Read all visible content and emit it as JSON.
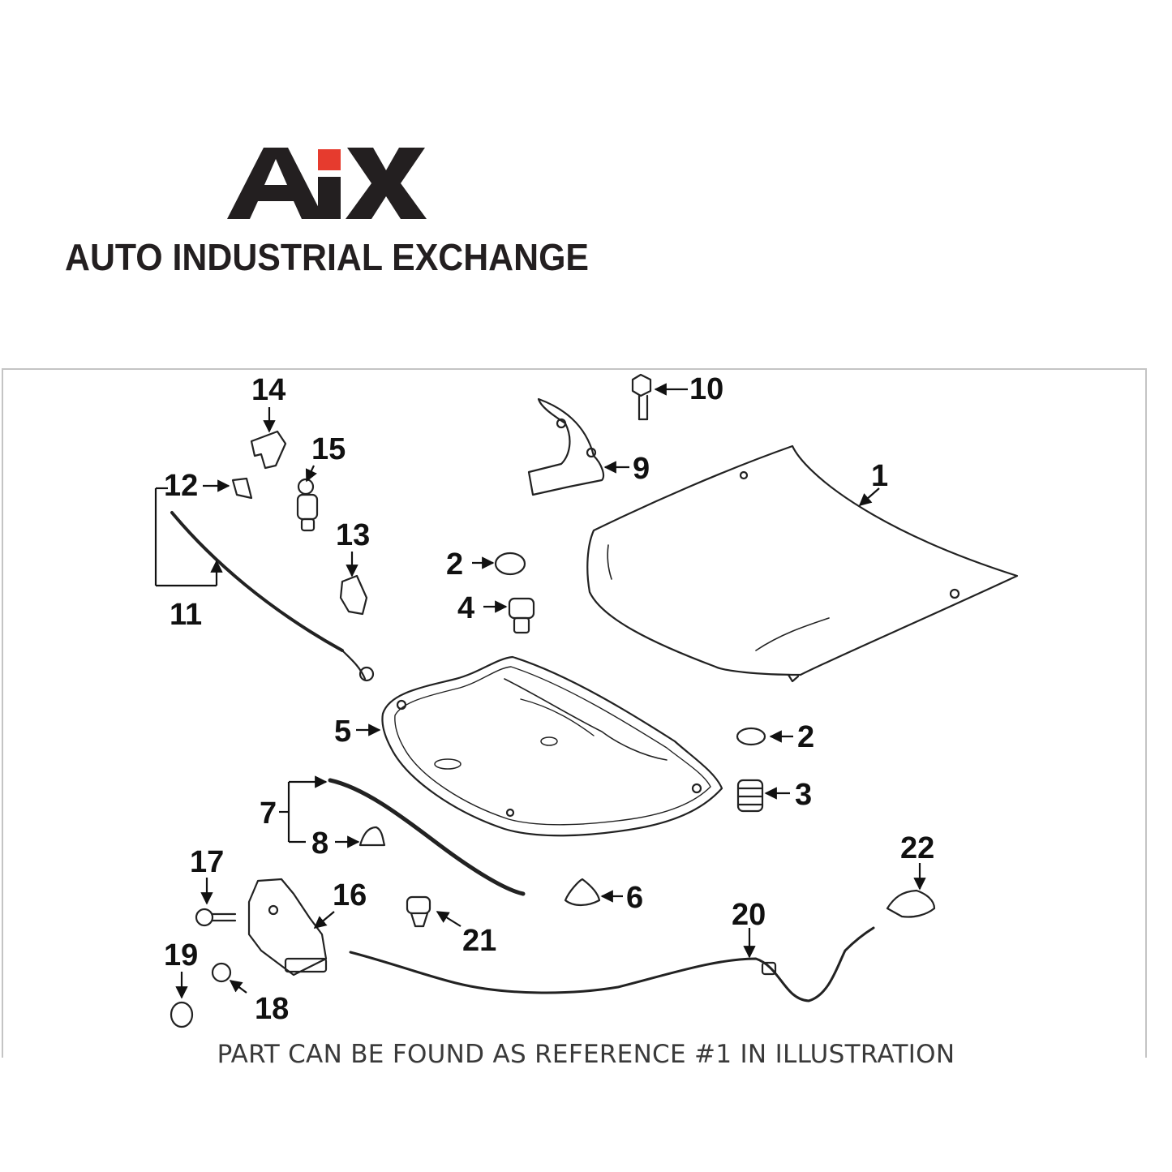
{
  "logo": {
    "mark": "AiX",
    "name": "AUTO INDUSTRIAL EXCHANGE",
    "accent_color": "#e63b2e",
    "text_color": "#231f20"
  },
  "diagram": {
    "callouts": [
      {
        "id": "1",
        "label": "1"
      },
      {
        "id": "2a",
        "label": "2"
      },
      {
        "id": "2b",
        "label": "2"
      },
      {
        "id": "3",
        "label": "3"
      },
      {
        "id": "4",
        "label": "4"
      },
      {
        "id": "5",
        "label": "5"
      },
      {
        "id": "6",
        "label": "6"
      },
      {
        "id": "7",
        "label": "7"
      },
      {
        "id": "8",
        "label": "8"
      },
      {
        "id": "9",
        "label": "9"
      },
      {
        "id": "10",
        "label": "10"
      },
      {
        "id": "11",
        "label": "11"
      },
      {
        "id": "12",
        "label": "12"
      },
      {
        "id": "13",
        "label": "13"
      },
      {
        "id": "14",
        "label": "14"
      },
      {
        "id": "15",
        "label": "15"
      },
      {
        "id": "16",
        "label": "16"
      },
      {
        "id": "17",
        "label": "17"
      },
      {
        "id": "18",
        "label": "18"
      },
      {
        "id": "19",
        "label": "19"
      },
      {
        "id": "20",
        "label": "20"
      },
      {
        "id": "21",
        "label": "21"
      },
      {
        "id": "22",
        "label": "22"
      }
    ]
  },
  "caption": "PART CAN BE FOUND AS REFERENCE #1 IN ILLUSTRATION"
}
